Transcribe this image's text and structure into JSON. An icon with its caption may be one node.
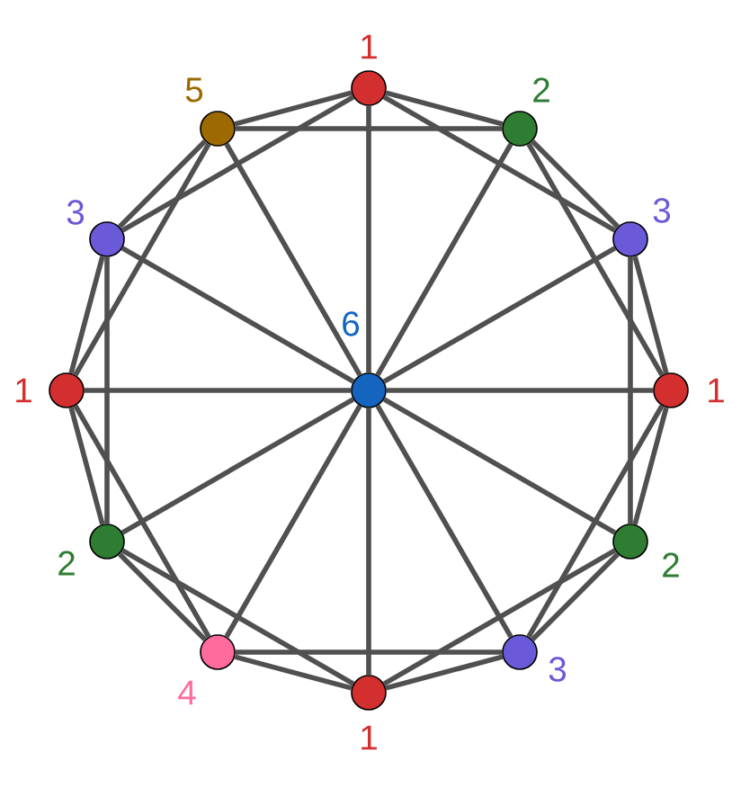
{
  "diagram": {
    "nodes": [
      {
        "text": [],
        "shape": "circle",
        "beside": [
          "1"
        ]
      },
      {
        "text": [],
        "shape": "circle",
        "beside": [
          "5"
        ]
      },
      {
        "text": [],
        "shape": "circle",
        "beside": [
          "2"
        ]
      },
      {
        "text": [],
        "shape": "circle",
        "beside": [
          "3"
        ]
      },
      {
        "text": [],
        "shape": "circle",
        "beside": [
          "3"
        ]
      },
      {
        "text": [],
        "shape": "circle",
        "beside": [
          "1"
        ]
      },
      {
        "text": [],
        "shape": "circle",
        "beside": [
          "6"
        ]
      },
      {
        "text": [],
        "shape": "circle",
        "beside": [
          "1"
        ]
      },
      {
        "text": [],
        "shape": "circle",
        "beside": [
          "2"
        ]
      },
      {
        "text": [],
        "shape": "circle",
        "beside": [
          "2"
        ]
      },
      {
        "text": [],
        "shape": "circle",
        "beside": [
          "4"
        ]
      },
      {
        "text": [],
        "shape": "circle",
        "beside": [
          "3"
        ]
      },
      {
        "text": [],
        "shape": "circle",
        "beside": [
          "1"
        ]
      }
    ],
    "edges": [
      {
        "from": 0,
        "to": 2,
        "arrow": "none"
      },
      {
        "from": 2,
        "to": 4,
        "arrow": "none"
      },
      {
        "from": 4,
        "to": 7,
        "arrow": "none"
      },
      {
        "from": 7,
        "to": 9,
        "arrow": "none"
      },
      {
        "from": 9,
        "to": 11,
        "arrow": "none"
      },
      {
        "from": 11,
        "to": 12,
        "arrow": "none"
      },
      {
        "from": 12,
        "to": 10,
        "arrow": "none"
      },
      {
        "from": 10,
        "to": 8,
        "arrow": "none"
      },
      {
        "from": 8,
        "to": 5,
        "arrow": "none"
      },
      {
        "from": 5,
        "to": 3,
        "arrow": "none"
      },
      {
        "from": 3,
        "to": 1,
        "arrow": "none"
      },
      {
        "from": 1,
        "to": 0,
        "arrow": "none"
      },
      {
        "from": 0,
        "to": 4,
        "arrow": "none"
      },
      {
        "from": 2,
        "to": 7,
        "arrow": "none"
      },
      {
        "from": 4,
        "to": 9,
        "arrow": "none"
      },
      {
        "from": 7,
        "to": 11,
        "arrow": "none"
      },
      {
        "from": 9,
        "to": 12,
        "arrow": "none"
      },
      {
        "from": 11,
        "to": 10,
        "arrow": "none"
      },
      {
        "from": 12,
        "to": 8,
        "arrow": "none"
      },
      {
        "from": 10,
        "to": 5,
        "arrow": "none"
      },
      {
        "from": 8,
        "to": 3,
        "arrow": "none"
      },
      {
        "from": 5,
        "to": 1,
        "arrow": "none"
      },
      {
        "from": 3,
        "to": 0,
        "arrow": "none"
      },
      {
        "from": 1,
        "to": 2,
        "arrow": "none"
      },
      {
        "from": 6,
        "to": 0,
        "arrow": "none"
      },
      {
        "from": 6,
        "to": 2,
        "arrow": "none"
      },
      {
        "from": 6,
        "to": 4,
        "arrow": "none"
      },
      {
        "from": 6,
        "to": 7,
        "arrow": "none"
      },
      {
        "from": 6,
        "to": 9,
        "arrow": "none"
      },
      {
        "from": 6,
        "to": 11,
        "arrow": "none"
      },
      {
        "from": 6,
        "to": 12,
        "arrow": "none"
      },
      {
        "from": 6,
        "to": 10,
        "arrow": "none"
      },
      {
        "from": 6,
        "to": 8,
        "arrow": "none"
      },
      {
        "from": 6,
        "to": 5,
        "arrow": "none"
      },
      {
        "from": 6,
        "to": 3,
        "arrow": "none"
      },
      {
        "from": 6,
        "to": 1,
        "arrow": "none"
      }
    ]
  }
}
